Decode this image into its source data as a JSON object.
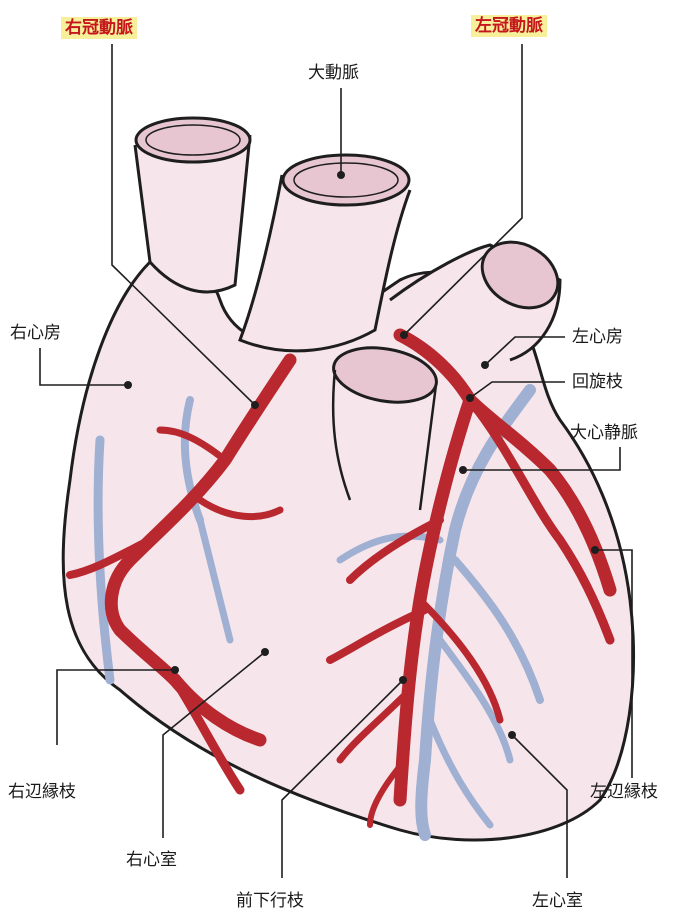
{
  "labels": {
    "right_coronary_artery": "右冠動脈",
    "left_coronary_artery": "左冠動脈",
    "aorta": "大動脈",
    "right_atrium": "右心房",
    "left_atrium": "左心房",
    "circumflex_branch": "回旋枝",
    "great_cardiac_vein": "大心静脈",
    "right_marginal_branch": "右辺縁枝",
    "left_marginal_branch": "左辺縁枝",
    "right_ventricle": "右心室",
    "anterior_descending_branch": "前下行枝",
    "left_ventricle": "左心室"
  },
  "colors": {
    "heart_fill": "#f6e6ec",
    "outline": "#1e1e1e",
    "artery": "#b8282e",
    "vein": "#9fb0d2",
    "highlight_bg": "#f7ef9a",
    "highlight_text": "#c4161c"
  }
}
